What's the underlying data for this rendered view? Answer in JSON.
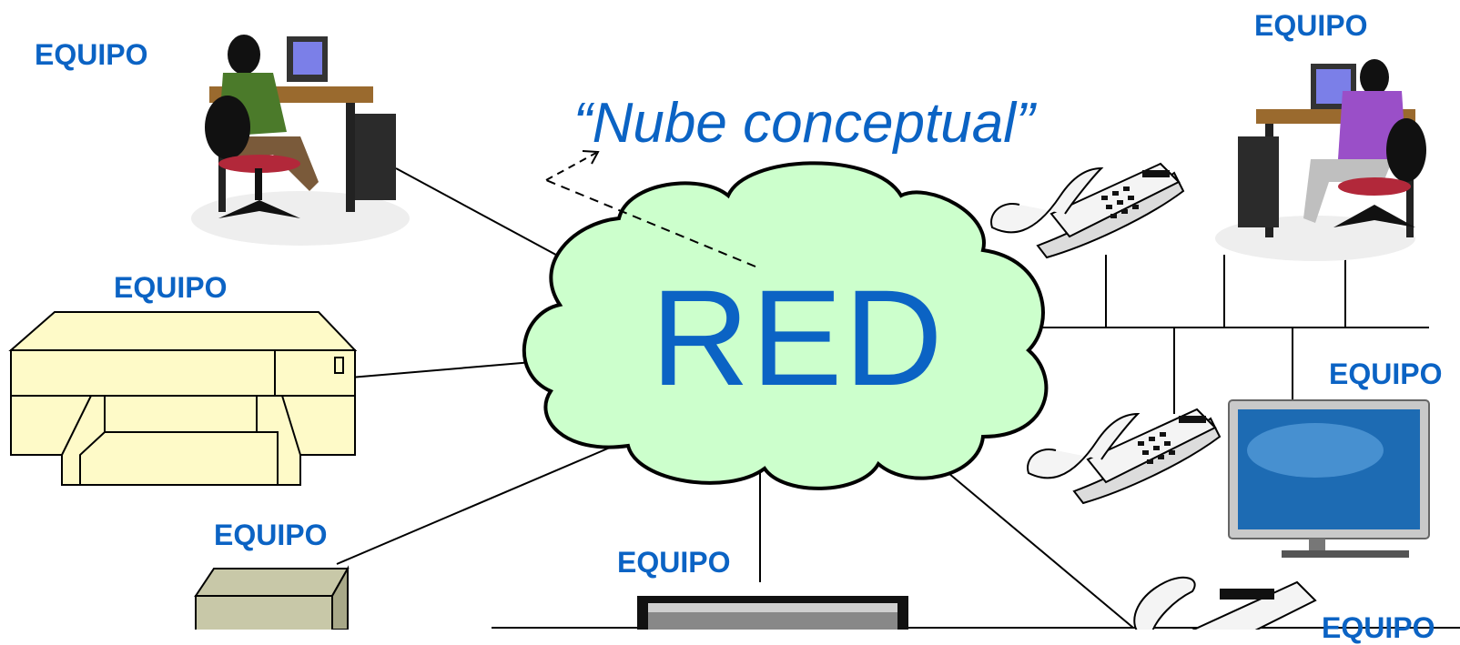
{
  "cloud": {
    "title": "RED",
    "caption": "“Nube conceptual”"
  },
  "devices": {
    "workstation_left": "EQUIPO",
    "workstation_right": "EQUIPO",
    "printer": "EQUIPO",
    "server": "EQUIPO",
    "monitor_bottom": "EQUIPO",
    "monitor_right": "EQUIPO",
    "phone_bottom": "EQUIPO"
  },
  "colors": {
    "accent": "#0b63c4",
    "cloud_fill": "#ccffcc",
    "printer_fill": "#fefac8",
    "server_fill": "#c8c8a8"
  }
}
